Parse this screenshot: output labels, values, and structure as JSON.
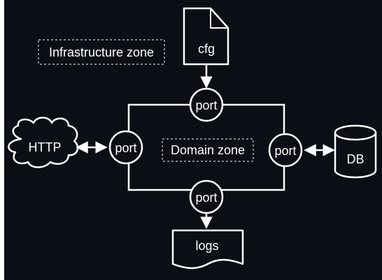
{
  "diagram": {
    "labels": {
      "infrastructure_zone": "Infrastructure zone",
      "domain_zone": "Domain zone",
      "cfg": "cfg",
      "logs": "logs",
      "http": "HTTP",
      "db": "DB",
      "port_top": "port",
      "port_left": "port",
      "port_right": "port",
      "port_bottom": "port"
    },
    "colors": {
      "background": "#0b0e14",
      "stroke": "#ffffff",
      "text": "#ffffff"
    }
  }
}
